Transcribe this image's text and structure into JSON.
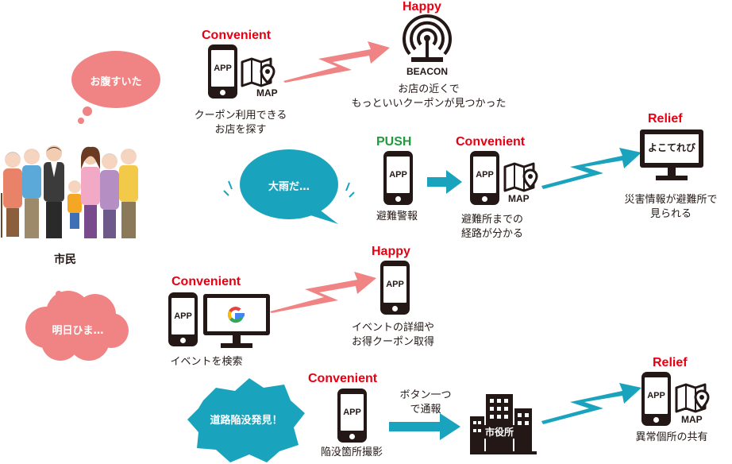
{
  "citizens": {
    "label": "市民"
  },
  "rows": [
    {
      "bubble": "お腹すいた",
      "tag1": "Convenient",
      "app": "APP",
      "map": "MAP",
      "cap1": [
        "クーポン利用できる",
        "お店を探す"
      ],
      "tag2": "Happy",
      "beacon": "BEACON",
      "cap2": [
        "お店の近くで",
        "もっといいクーポンが見つかった"
      ]
    },
    {
      "bubble": "大雨だ…",
      "tag1": "PUSH",
      "app": "APP",
      "cap1": [
        "避難警報"
      ],
      "tag2": "Convenient",
      "app2": "APP",
      "map": "MAP",
      "cap2": [
        "避難所までの",
        "経路が分かる"
      ],
      "tag3": "Relief",
      "monitor": "よこてれび",
      "cap3": [
        "災害情報が避難所で",
        "見られる"
      ]
    },
    {
      "bubble": "明日ひま…",
      "tag1": "Convenient",
      "app": "APP",
      "cap1": [
        "イベントを検索"
      ],
      "tag2": "Happy",
      "app2": "APP",
      "cap2": [
        "イベントの詳細や",
        "お得クーポン取得"
      ]
    },
    {
      "bubble": "道路陥没発見！",
      "tag1": "Convenient",
      "app": "APP",
      "cap1": [
        "陥没箇所撮影"
      ],
      "arrow_caption": [
        "ボタン一つ",
        "で通報"
      ],
      "building": "市役所",
      "tag3": "Relief",
      "app3": "APP",
      "map": "MAP",
      "cap3": [
        "異常個所の共有"
      ]
    }
  ],
  "colors": {
    "pink": "#f08383",
    "teal": "#1aa3bd",
    "red": "#e60012",
    "green": "#1f9a3c",
    "dark": "#231815"
  }
}
